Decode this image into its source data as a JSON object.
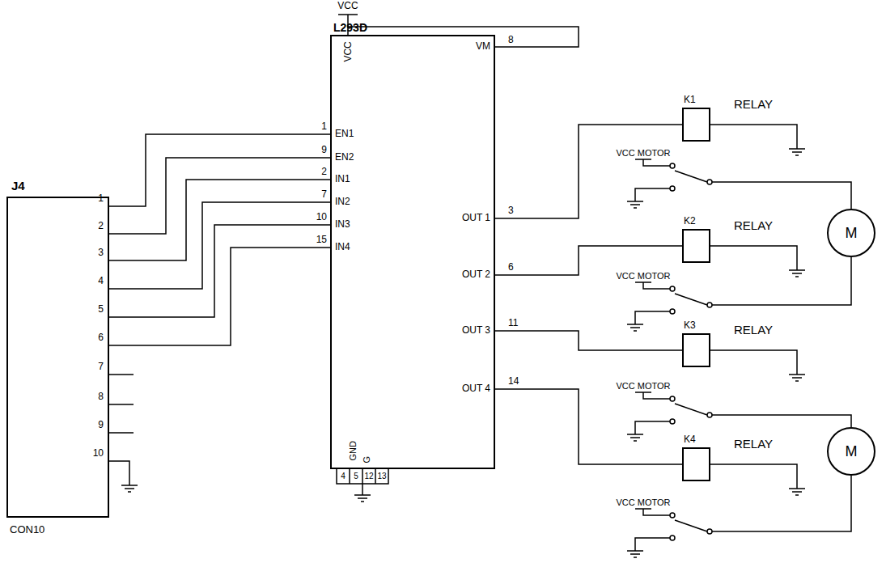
{
  "diagram": {
    "nodes": [
      {
        "text": [
          "J4",
          "CON10"
        ]
      },
      {
        "text": [
          "L293D"
        ]
      },
      {
        "text": [
          "K1",
          "RELAY"
        ]
      },
      {
        "text": [
          "K2",
          "RELAY"
        ]
      },
      {
        "text": [
          "K3",
          "RELAY"
        ]
      },
      {
        "text": [
          "K4",
          "RELAY"
        ]
      },
      {
        "text": [
          "M"
        ]
      },
      {
        "text": [
          "M"
        ]
      }
    ],
    "edges": [
      {
        "from": 0,
        "to": 1,
        "arrow": "none"
      },
      {
        "from": 0,
        "to": 1,
        "arrow": "none"
      },
      {
        "from": 0,
        "to": 1,
        "arrow": "none"
      },
      {
        "from": 0,
        "to": 1,
        "arrow": "none"
      },
      {
        "from": 0,
        "to": 1,
        "arrow": "none"
      },
      {
        "from": 0,
        "to": 1,
        "arrow": "none"
      },
      {
        "from": 1,
        "to": 2,
        "arrow": "none"
      },
      {
        "from": 1,
        "to": 3,
        "arrow": "none"
      },
      {
        "from": 1,
        "to": 4,
        "arrow": "none"
      },
      {
        "from": 1,
        "to": 5,
        "arrow": "none"
      }
    ],
    "labels": [
      "VCC",
      "VCC",
      "VM",
      "8",
      "EN1",
      "1",
      "EN2",
      "9",
      "IN1",
      "2",
      "IN2",
      "7",
      "IN3",
      "10",
      "IN4",
      "15",
      "OUT 1",
      "3",
      "OUT 2",
      "6",
      "OUT 3",
      "11",
      "OUT 4",
      "14",
      "GND",
      "G",
      "4",
      "5",
      "12",
      "13",
      "1",
      "2",
      "3",
      "4",
      "5",
      "6",
      "7",
      "8",
      "9",
      "10",
      "VCC MOTOR",
      "VCC MOTOR",
      "VCC MOTOR",
      "VCC MOTOR"
    ]
  }
}
